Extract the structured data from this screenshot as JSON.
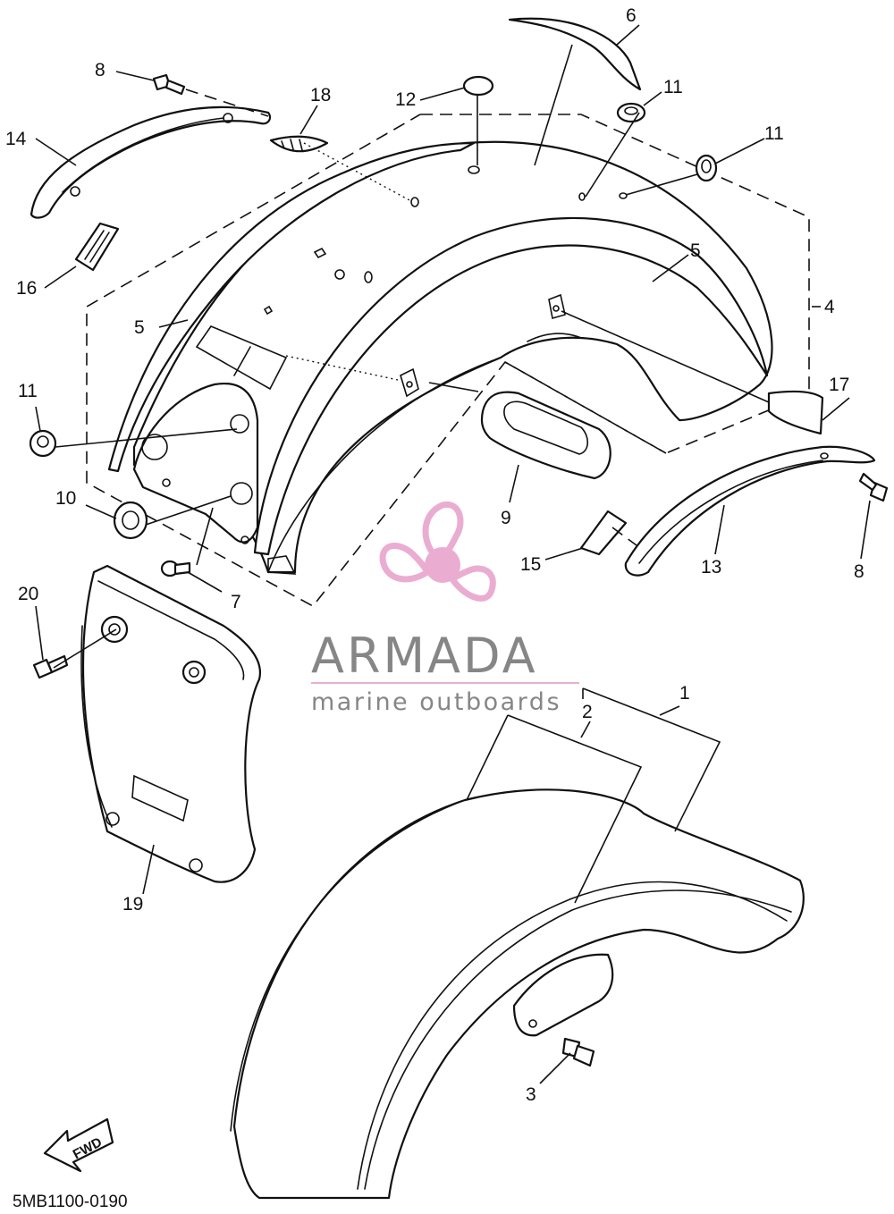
{
  "diagram": {
    "part_numbers": [
      "1",
      "2",
      "3",
      "4",
      "5",
      "5",
      "6",
      "7",
      "8",
      "8",
      "9",
      "10",
      "11",
      "11",
      "11",
      "12",
      "13",
      "14",
      "15",
      "16",
      "17",
      "18",
      "19",
      "20"
    ],
    "diagram_code": "5MB1100-0190",
    "fwd_label": "FWD"
  },
  "watermark": {
    "brand": "ARMADA",
    "tagline": "marine outboards",
    "colors": {
      "pink": "#e9a9cf",
      "text_gray": "#808080"
    }
  }
}
